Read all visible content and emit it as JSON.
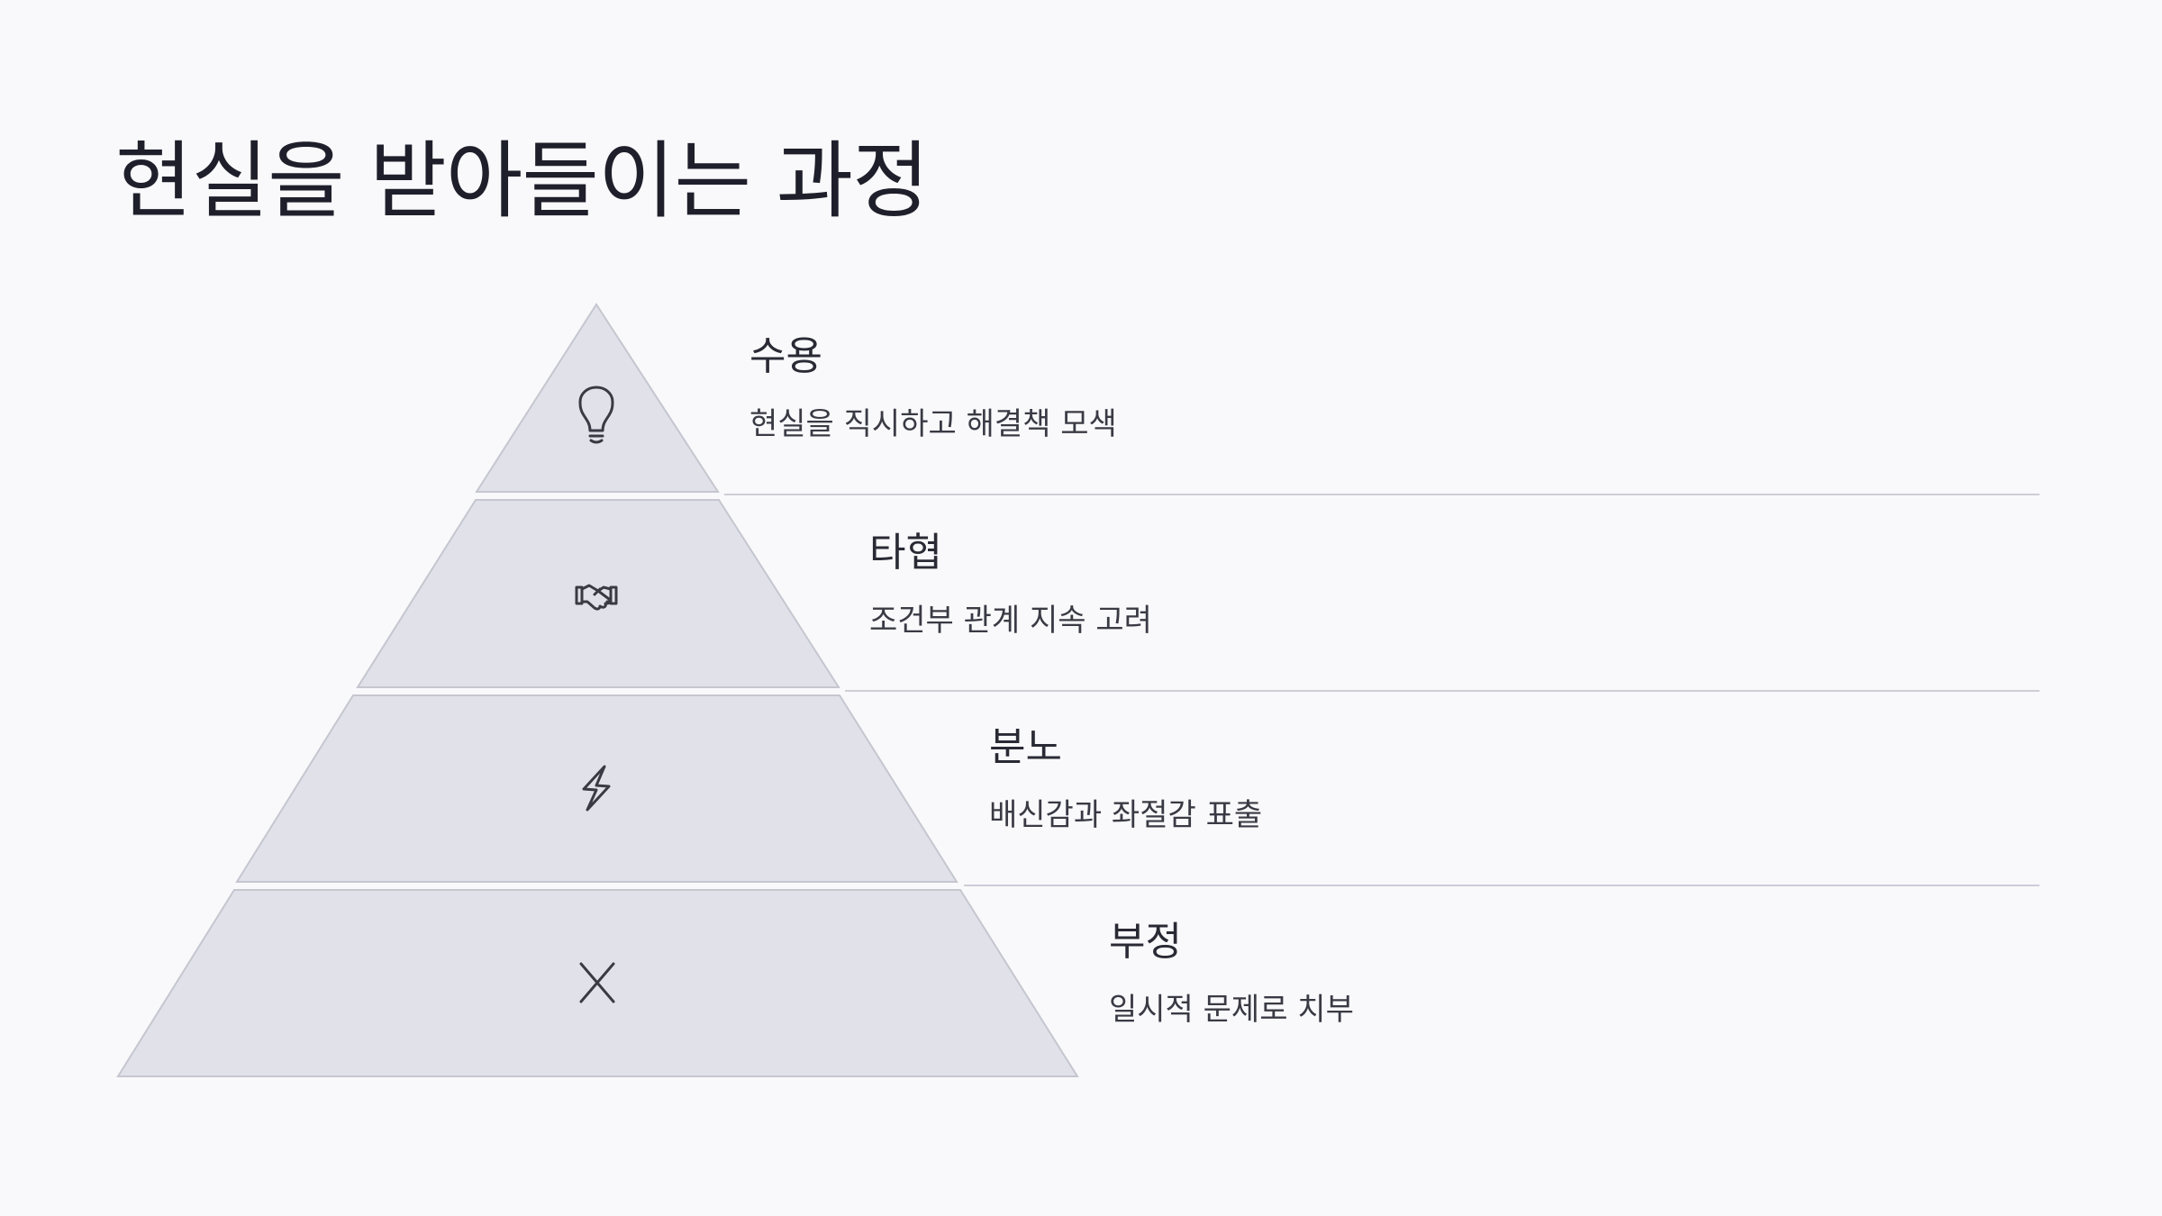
{
  "title": "현실을 받아들이는 과정",
  "colors": {
    "background": "#f9f9fb",
    "tier_fill": "#e1e2e9",
    "tier_stroke": "#c5c6cf",
    "icon": "#3a3a45",
    "divider": "#cdced6"
  },
  "tiers": [
    {
      "title": "수용",
      "description": "현실을 직시하고 해결책 모색",
      "icon": "lightbulb-icon"
    },
    {
      "title": "타협",
      "description": "조건부 관계 지속 고려",
      "icon": "handshake-icon"
    },
    {
      "title": "분노",
      "description": "배신감과 좌절감 표출",
      "icon": "lightning-icon"
    },
    {
      "title": "부정",
      "description": "일시적 문제로 치부",
      "icon": "x-icon"
    }
  ]
}
